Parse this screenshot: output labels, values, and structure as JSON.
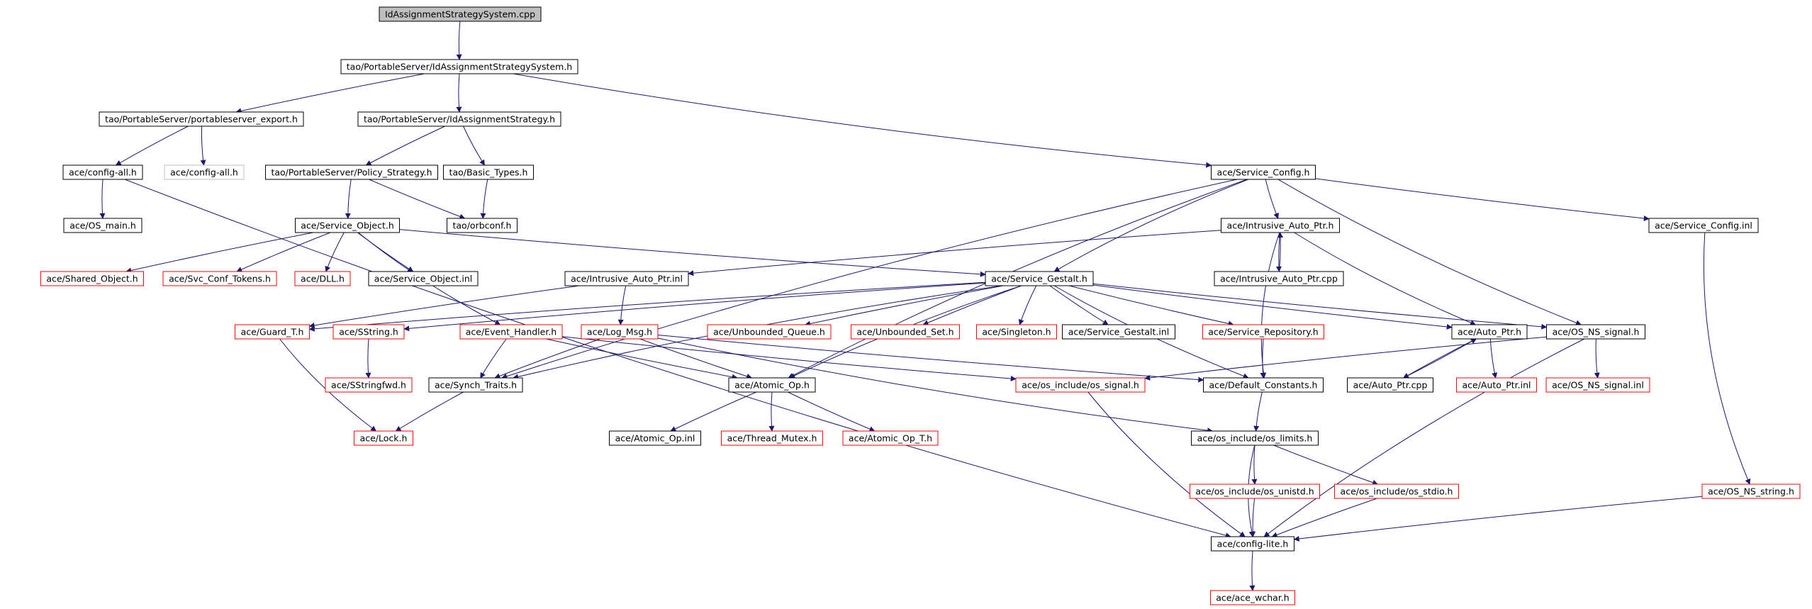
{
  "colors": {
    "edge": "#191970",
    "documented_border": "#000000",
    "undocumented_border": "#ff0000",
    "missing_border": "#bfbfbf",
    "root_fill": "#bfbfbf"
  },
  "nodes": [
    {
      "id": "root",
      "label": "IdAssignmentStrategySystem.cpp",
      "kind": "root"
    },
    {
      "id": "ids_h",
      "label": "tao/PortableServer/IdAssignmentStrategySystem.h",
      "kind": "normal"
    },
    {
      "id": "ps_export",
      "label": "tao/PortableServer/portableserver_export.h",
      "kind": "normal"
    },
    {
      "id": "ias_h",
      "label": "tao/PortableServer/IdAssignmentStrategy.h",
      "kind": "normal"
    },
    {
      "id": "cfg_all",
      "label": "ace/config-all.h",
      "kind": "normal"
    },
    {
      "id": "cfg_all_g",
      "label": "ace/config-all.h",
      "kind": "gray"
    },
    {
      "id": "pol",
      "label": "tao/PortableServer/Policy_Strategy.h",
      "kind": "normal"
    },
    {
      "id": "basic",
      "label": "tao/Basic_Types.h",
      "kind": "normal"
    },
    {
      "id": "svc_cfg",
      "label": "ace/Service_Config.h",
      "kind": "normal"
    },
    {
      "id": "os_main",
      "label": "ace/OS_main.h",
      "kind": "normal"
    },
    {
      "id": "svc_obj",
      "label": "ace/Service_Object.h",
      "kind": "normal"
    },
    {
      "id": "orbconf",
      "label": "tao/orbconf.h",
      "kind": "normal"
    },
    {
      "id": "iap_h",
      "label": "ace/Intrusive_Auto_Ptr.h",
      "kind": "normal"
    },
    {
      "id": "svc_cfg_inl",
      "label": "ace/Service_Config.inl",
      "kind": "normal"
    },
    {
      "id": "shared",
      "label": "ace/Shared_Object.h",
      "kind": "red"
    },
    {
      "id": "svc_tokens",
      "label": "ace/Svc_Conf_Tokens.h",
      "kind": "red"
    },
    {
      "id": "dll",
      "label": "ace/DLL.h",
      "kind": "red"
    },
    {
      "id": "svc_obj_inl",
      "label": "ace/Service_Object.inl",
      "kind": "normal"
    },
    {
      "id": "iap_inl",
      "label": "ace/Intrusive_Auto_Ptr.inl",
      "kind": "normal"
    },
    {
      "id": "gestalt",
      "label": "ace/Service_Gestalt.h",
      "kind": "normal"
    },
    {
      "id": "iap_cpp",
      "label": "ace/Intrusive_Auto_Ptr.cpp",
      "kind": "normal"
    },
    {
      "id": "guard",
      "label": "ace/Guard_T.h",
      "kind": "red"
    },
    {
      "id": "sstring",
      "label": "ace/SString.h",
      "kind": "red"
    },
    {
      "id": "evh",
      "label": "ace/Event_Handler.h",
      "kind": "red"
    },
    {
      "id": "logmsg",
      "label": "ace/Log_Msg.h",
      "kind": "red"
    },
    {
      "id": "unb_q",
      "label": "ace/Unbounded_Queue.h",
      "kind": "red"
    },
    {
      "id": "unb_s",
      "label": "ace/Unbounded_Set.h",
      "kind": "red"
    },
    {
      "id": "singleton",
      "label": "ace/Singleton.h",
      "kind": "red"
    },
    {
      "id": "gestalt_inl",
      "label": "ace/Service_Gestalt.inl",
      "kind": "normal"
    },
    {
      "id": "repo",
      "label": "ace/Service_Repository.h",
      "kind": "red"
    },
    {
      "id": "autoptr_h",
      "label": "ace/Auto_Ptr.h",
      "kind": "normal"
    },
    {
      "id": "osns_sig",
      "label": "ace/OS_NS_signal.h",
      "kind": "normal"
    },
    {
      "id": "sstringfwd",
      "label": "ace/SStringfwd.h",
      "kind": "red"
    },
    {
      "id": "synch",
      "label": "ace/Synch_Traits.h",
      "kind": "normal"
    },
    {
      "id": "atomic_h",
      "label": "ace/Atomic_Op.h",
      "kind": "normal"
    },
    {
      "id": "os_sig",
      "label": "ace/os_include/os_signal.h",
      "kind": "red"
    },
    {
      "id": "defconst",
      "label": "ace/Default_Constants.h",
      "kind": "normal"
    },
    {
      "id": "autoptr_cpp",
      "label": "ace/Auto_Ptr.cpp",
      "kind": "normal"
    },
    {
      "id": "autoptr_inl",
      "label": "ace/Auto_Ptr.inl",
      "kind": "red"
    },
    {
      "id": "osns_sig_inl",
      "label": "ace/OS_NS_signal.inl",
      "kind": "red"
    },
    {
      "id": "lock",
      "label": "ace/Lock.h",
      "kind": "red"
    },
    {
      "id": "atomic_inl",
      "label": "ace/Atomic_Op.inl",
      "kind": "normal"
    },
    {
      "id": "thr_mutex",
      "label": "ace/Thread_Mutex.h",
      "kind": "red"
    },
    {
      "id": "atomic_t",
      "label": "ace/Atomic_Op_T.h",
      "kind": "red"
    },
    {
      "id": "os_limits",
      "label": "ace/os_include/os_limits.h",
      "kind": "normal"
    },
    {
      "id": "os_unistd",
      "label": "ace/os_include/os_unistd.h",
      "kind": "red"
    },
    {
      "id": "os_stdio",
      "label": "ace/os_include/os_stdio.h",
      "kind": "red"
    },
    {
      "id": "osns_str",
      "label": "ace/OS_NS_string.h",
      "kind": "red"
    },
    {
      "id": "cfg_lite",
      "label": "ace/config-lite.h",
      "kind": "normal"
    },
    {
      "id": "wchar",
      "label": "ace/ace_wchar.h",
      "kind": "red"
    }
  ],
  "edges": [
    [
      "root",
      "ids_h"
    ],
    [
      "ids_h",
      "ps_export"
    ],
    [
      "ids_h",
      "ias_h"
    ],
    [
      "ids_h",
      "svc_cfg"
    ],
    [
      "ps_export",
      "cfg_all"
    ],
    [
      "ps_export",
      "cfg_all_g"
    ],
    [
      "cfg_all",
      "os_main"
    ],
    [
      "cfg_all",
      "cfg_lite"
    ],
    [
      "ias_h",
      "pol"
    ],
    [
      "ias_h",
      "basic"
    ],
    [
      "pol",
      "svc_obj"
    ],
    [
      "pol",
      "orbconf"
    ],
    [
      "basic",
      "orbconf"
    ],
    [
      "svc_obj",
      "shared"
    ],
    [
      "svc_obj",
      "svc_tokens"
    ],
    [
      "svc_obj",
      "dll"
    ],
    [
      "svc_obj",
      "svc_obj_inl"
    ],
    [
      "svc_obj",
      "evh"
    ],
    [
      "svc_obj",
      "gestalt"
    ],
    [
      "svc_cfg",
      "gestalt"
    ],
    [
      "svc_cfg",
      "iap_h"
    ],
    [
      "svc_cfg",
      "svc_cfg_inl"
    ],
    [
      "svc_cfg",
      "osns_sig"
    ],
    [
      "svc_cfg",
      "synch"
    ],
    [
      "svc_cfg",
      "atomic_h"
    ],
    [
      "iap_h",
      "iap_inl"
    ],
    [
      "iap_h",
      "iap_cpp"
    ],
    [
      "iap_h",
      "autoptr_h"
    ],
    [
      "iap_h",
      "defconst"
    ],
    [
      "iap_cpp",
      "iap_h"
    ],
    [
      "iap_inl",
      "guard"
    ],
    [
      "iap_inl",
      "logmsg"
    ],
    [
      "svc_cfg_inl",
      "osns_str"
    ],
    [
      "gestalt",
      "guard"
    ],
    [
      "gestalt",
      "sstring"
    ],
    [
      "gestalt",
      "synch"
    ],
    [
      "gestalt",
      "unb_q"
    ],
    [
      "gestalt",
      "unb_s"
    ],
    [
      "gestalt",
      "singleton"
    ],
    [
      "gestalt",
      "gestalt_inl"
    ],
    [
      "gestalt",
      "repo"
    ],
    [
      "gestalt",
      "autoptr_h"
    ],
    [
      "gestalt",
      "osns_sig"
    ],
    [
      "gestalt",
      "defconst"
    ],
    [
      "gestalt",
      "atomic_h"
    ],
    [
      "guard",
      "lock"
    ],
    [
      "sstring",
      "sstringfwd"
    ],
    [
      "evh",
      "synch"
    ],
    [
      "evh",
      "atomic_h"
    ],
    [
      "evh",
      "os_sig"
    ],
    [
      "logmsg",
      "synch"
    ],
    [
      "logmsg",
      "atomic_h"
    ],
    [
      "logmsg",
      "defconst"
    ],
    [
      "logmsg",
      "os_limits"
    ],
    [
      "synch",
      "lock"
    ],
    [
      "repo",
      "defconst"
    ],
    [
      "autoptr_h",
      "autoptr_cpp"
    ],
    [
      "autoptr_h",
      "autoptr_inl"
    ],
    [
      "autoptr_cpp",
      "autoptr_h"
    ],
    [
      "osns_sig",
      "os_sig"
    ],
    [
      "osns_sig",
      "osns_sig_inl"
    ],
    [
      "osns_sig",
      "cfg_lite"
    ],
    [
      "os_sig",
      "cfg_lite"
    ],
    [
      "defconst",
      "os_limits"
    ],
    [
      "atomic_h",
      "atomic_inl"
    ],
    [
      "atomic_h",
      "thr_mutex"
    ],
    [
      "atomic_h",
      "atomic_t"
    ],
    [
      "os_limits",
      "os_unistd"
    ],
    [
      "os_limits",
      "os_stdio"
    ],
    [
      "os_limits",
      "cfg_lite"
    ],
    [
      "os_unistd",
      "cfg_lite"
    ],
    [
      "os_stdio",
      "cfg_lite"
    ],
    [
      "osns_str",
      "cfg_lite"
    ],
    [
      "cfg_lite",
      "wchar"
    ]
  ]
}
